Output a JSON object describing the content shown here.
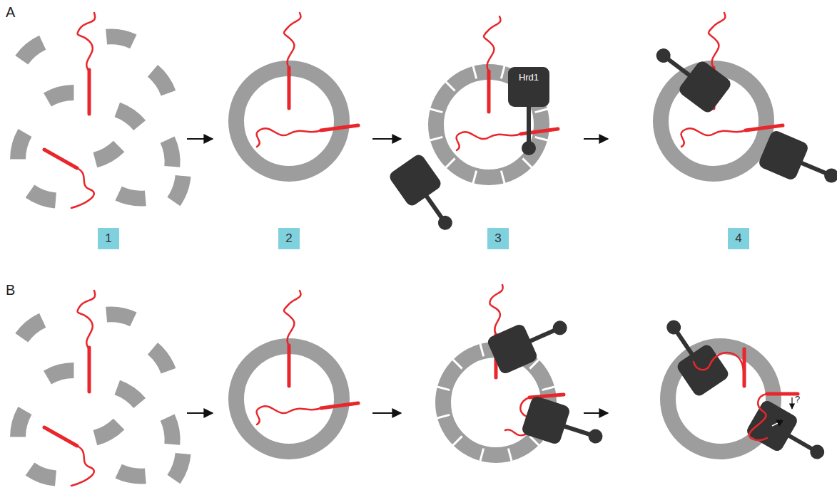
{
  "diagram": {
    "nodes": [
      {
        "text": [
          "Hrd1"
        ]
      },
      {
        "text": [
          "1"
        ]
      },
      {
        "text": [
          "2"
        ]
      },
      {
        "text": [
          "3"
        ]
      },
      {
        "text": [
          "4"
        ]
      }
    ],
    "labels": [
      "A",
      "B",
      "?"
    ]
  }
}
